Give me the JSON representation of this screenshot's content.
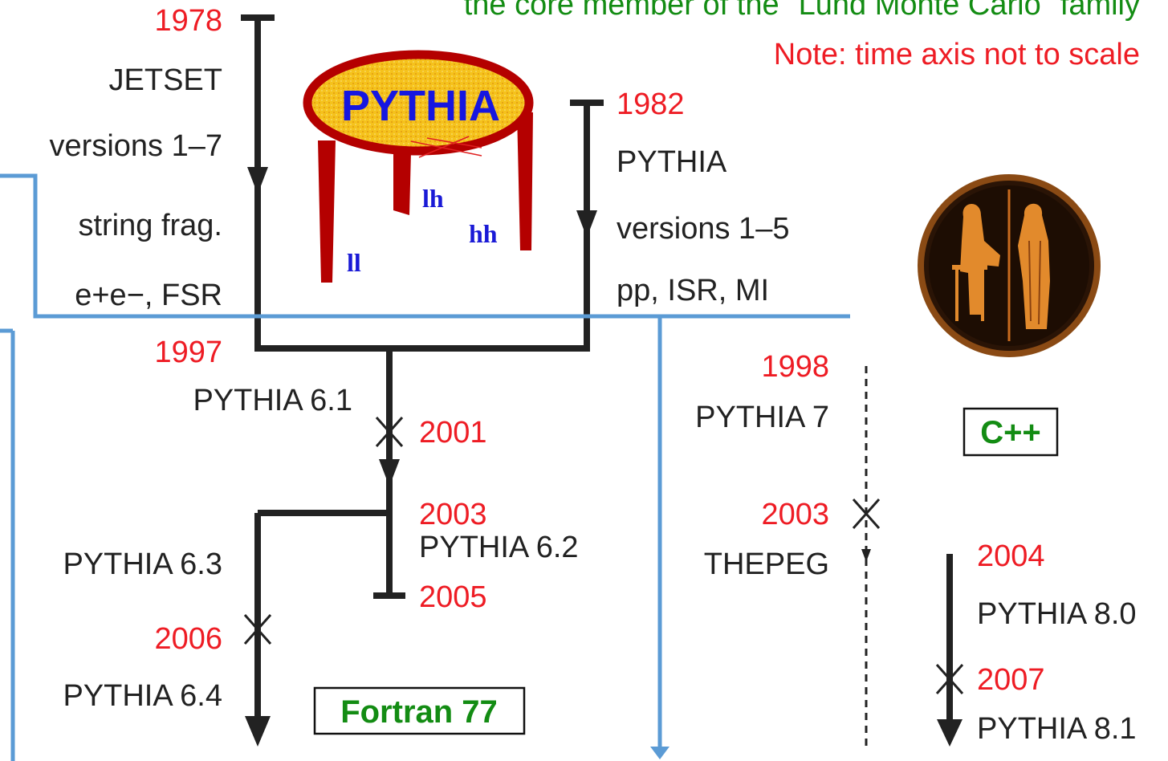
{
  "header": {
    "family_caption": "the core member of the \"Lund Monte Carlo\" family",
    "note": "Note: time axis not to scale"
  },
  "logo": {
    "title": "PYTHIA",
    "leg_labels": {
      "ll": "ll",
      "lh": "lh",
      "hh": "hh"
    }
  },
  "jetset": {
    "year": "1978",
    "name": "JETSET",
    "versions": "versions 1–7",
    "feature1": "string frag.",
    "feature2": "e+e−, FSR"
  },
  "pythia_early": {
    "year": "1982",
    "name": "PYTHIA",
    "versions": "versions 1–5",
    "features": "pp, ISR, MI"
  },
  "merge": {
    "year": "1997",
    "label": "PYTHIA 6.1"
  },
  "fortran_branch": {
    "y2001": "2001",
    "y2003": "2003",
    "p62": "PYTHIA 6.2",
    "y2005": "2005",
    "p63": "PYTHIA 6.3",
    "y2006": "2006",
    "p64": "PYTHIA 6.4",
    "lang": "Fortran 77"
  },
  "cpp_branch": {
    "y1998": "1998",
    "p7": "PYTHIA 7",
    "y2003": "2003",
    "thepeg": "THEPEG",
    "y2004": "2004",
    "p80": "PYTHIA 8.0",
    "y2007": "2007",
    "p81": "PYTHIA 8.1",
    "lang": "C++"
  },
  "colors": {
    "year": "#ee1c24",
    "label": "#222222",
    "green": "#138c13",
    "overlay": "#5b9bd5",
    "table_red": "#b40000",
    "table_gold": "#f5c21c"
  }
}
